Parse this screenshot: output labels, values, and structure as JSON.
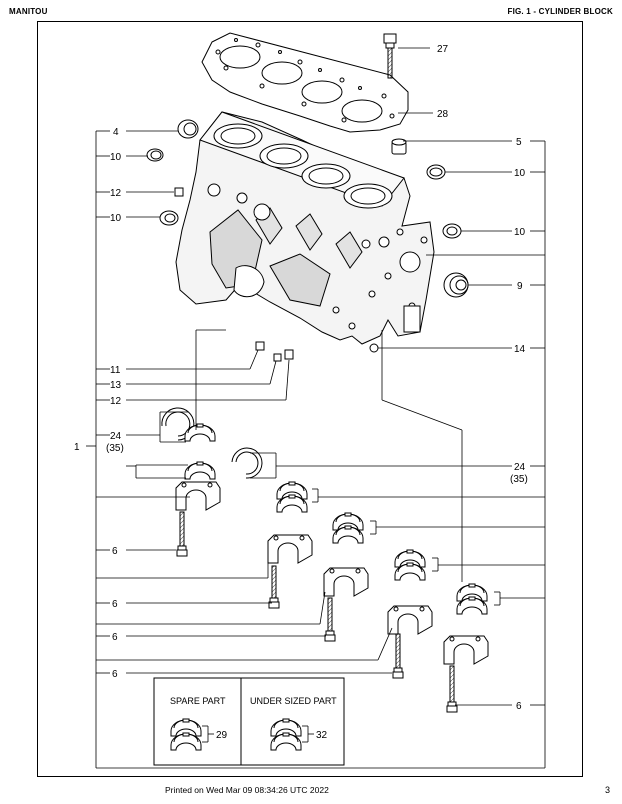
{
  "header": {
    "brand": "MANITOU",
    "figure_title": "FIG. 1 - CYLINDER BLOCK"
  },
  "callouts": {
    "c1": "1",
    "c4": "4",
    "c5": "5",
    "c6a": "6",
    "c6b": "6",
    "c6c": "6",
    "c6d": "6",
    "c6e": "6",
    "c9": "9",
    "c10a": "10",
    "c10b": "10",
    "c10c": "10",
    "c10d": "10",
    "c11": "11",
    "c12a": "12",
    "c12b": "12",
    "c13": "13",
    "c14": "14",
    "c24a": "24",
    "c24a_sub": "(35)",
    "c24b": "24",
    "c24b_sub": "(35)",
    "c27": "27",
    "c28": "28"
  },
  "legend": {
    "spare_part_label": "SPARE PART",
    "spare_part_ref": "29",
    "under_sized_label": "UNDER SIZED PART",
    "under_sized_ref": "32"
  },
  "footer": {
    "printed": "Printed on  Wed Mar 09 08:34:26 UTC 2022",
    "page": "3"
  }
}
